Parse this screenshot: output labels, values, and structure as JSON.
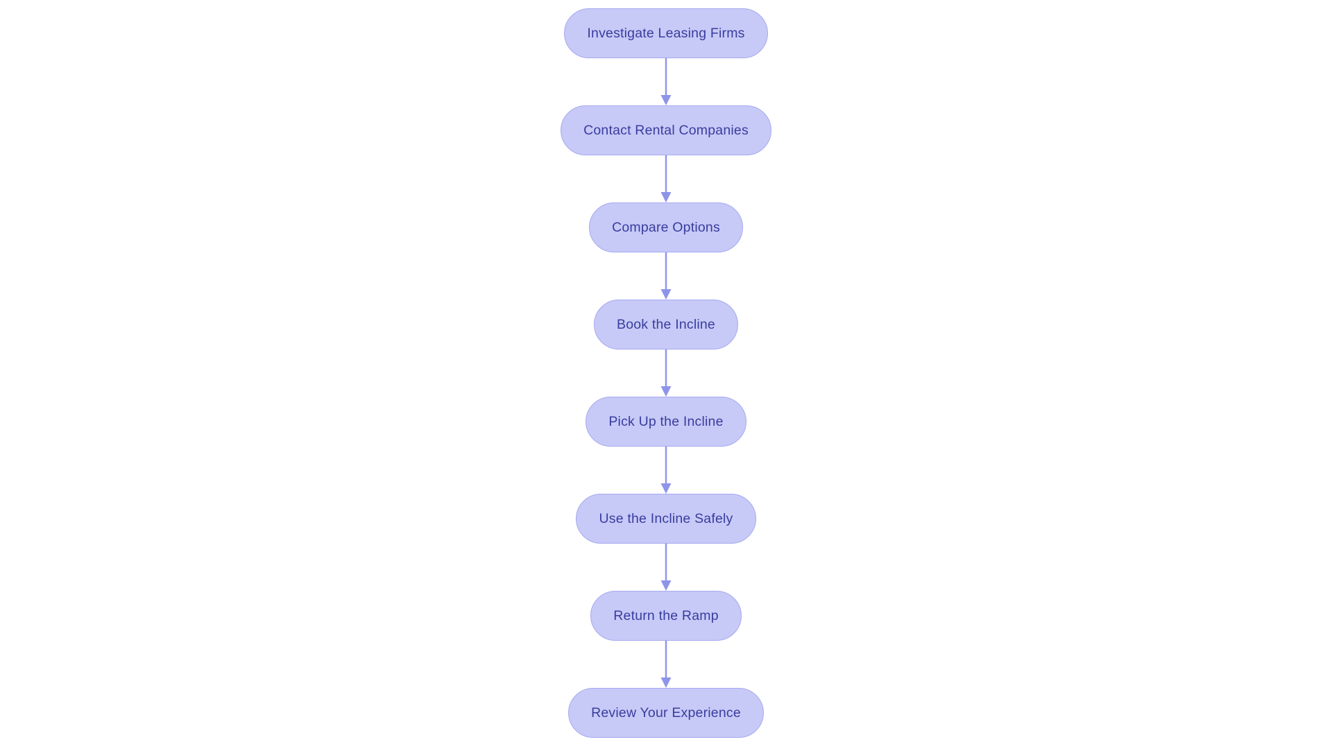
{
  "page": {
    "background_color": "#ffffff"
  },
  "flowchart": {
    "type": "flowchart",
    "direction": "top-to-bottom",
    "node_style": {
      "fill_color": "#c7c9f7",
      "border_color": "#a6aaef",
      "text_color": "#393d9e",
      "shape": "stadium"
    },
    "arrow_style": {
      "color": "#8f94e9",
      "head": "solid-triangle-down"
    },
    "steps": [
      {
        "label": "Investigate Leasing Firms"
      },
      {
        "label": "Contact Rental Companies"
      },
      {
        "label": "Compare Options"
      },
      {
        "label": "Book the Incline"
      },
      {
        "label": "Pick Up the Incline"
      },
      {
        "label": "Use the Incline Safely"
      },
      {
        "label": "Return the Ramp"
      },
      {
        "label": "Review Your Experience"
      }
    ]
  }
}
